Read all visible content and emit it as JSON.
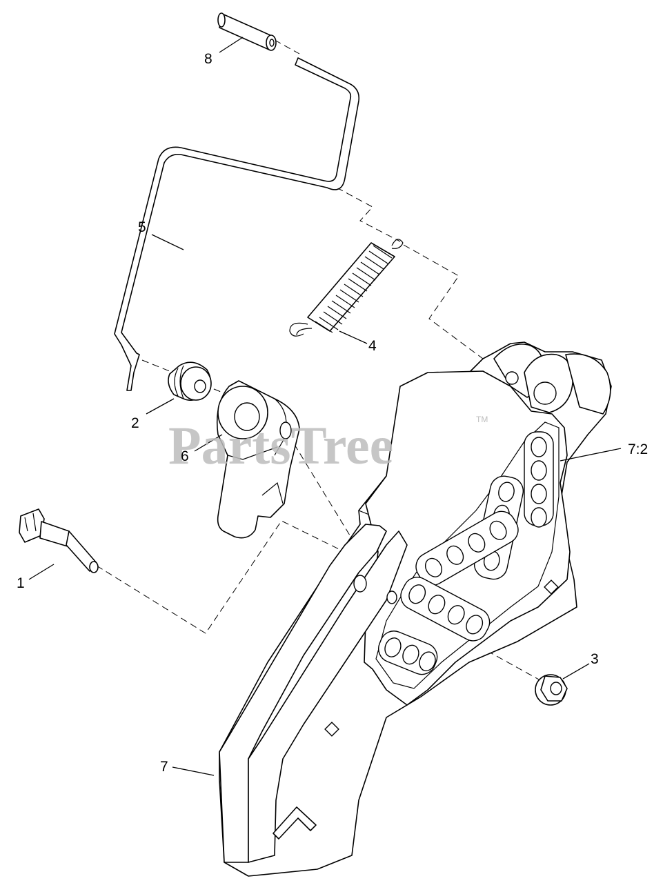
{
  "watermark": {
    "text": "PartsTree",
    "trademark": "TM"
  },
  "callouts": {
    "c1": "1",
    "c2": "2",
    "c3": "3",
    "c4": "4",
    "c5": "5",
    "c6": "6",
    "c7": "7",
    "c7_2": "7:2",
    "c8": "8"
  }
}
